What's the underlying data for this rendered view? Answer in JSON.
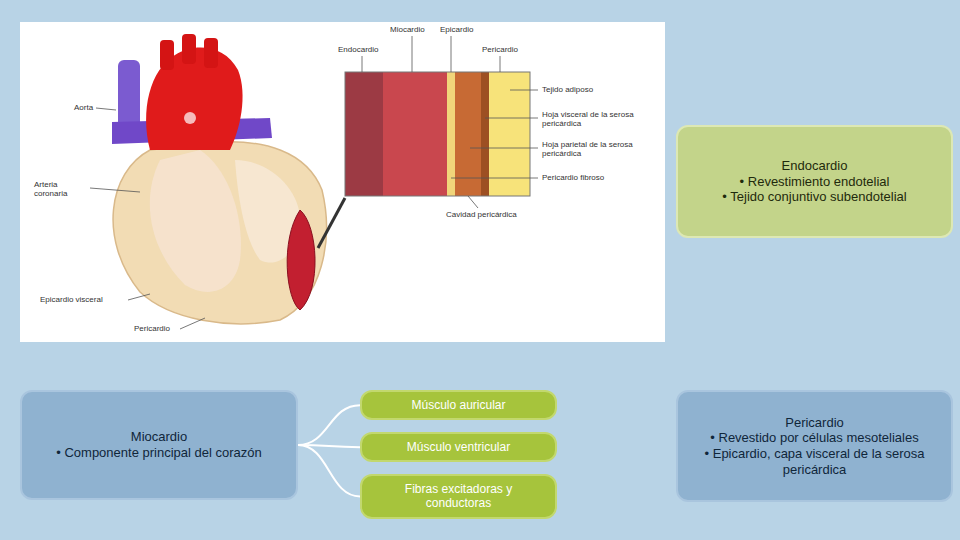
{
  "diagram": {
    "nodes": [
      {
        "text": [
          "Endocardio",
          "• Revestimiento endotelial",
          "• Tejido conjuntivo subendotelial"
        ]
      },
      {
        "text": [
          "Miocardio",
          "• Componente principal del corazón"
        ]
      },
      {
        "text": [
          "Músculo auricular"
        ]
      },
      {
        "text": [
          "Músculo ventricular"
        ]
      },
      {
        "text": [
          "Fibras excitadoras y conductoras"
        ]
      },
      {
        "text": [
          "Pericardio",
          "• Revestido por células mesoteliales",
          "• Epicardio, capa visceral de la serosa pericárdica"
        ]
      }
    ],
    "edges": [
      {
        "from": 1,
        "to": 2,
        "arrow": "none"
      },
      {
        "from": 1,
        "to": 3,
        "arrow": "none"
      },
      {
        "from": 1,
        "to": 4,
        "arrow": "none"
      }
    ],
    "labels": [
      "Aorta",
      "Arteria coronaria",
      "Epicardio visceral",
      "Pericardio",
      "Endocardio",
      "Miocardio",
      "Epicardio",
      "Pericardio",
      "Tejido adiposo",
      "Hoja visceral de la serosa pericárdica",
      "Hoja parietal de la serosa pericárdica",
      "Pericardio fibroso",
      "Cavidad pericárdica"
    ]
  }
}
